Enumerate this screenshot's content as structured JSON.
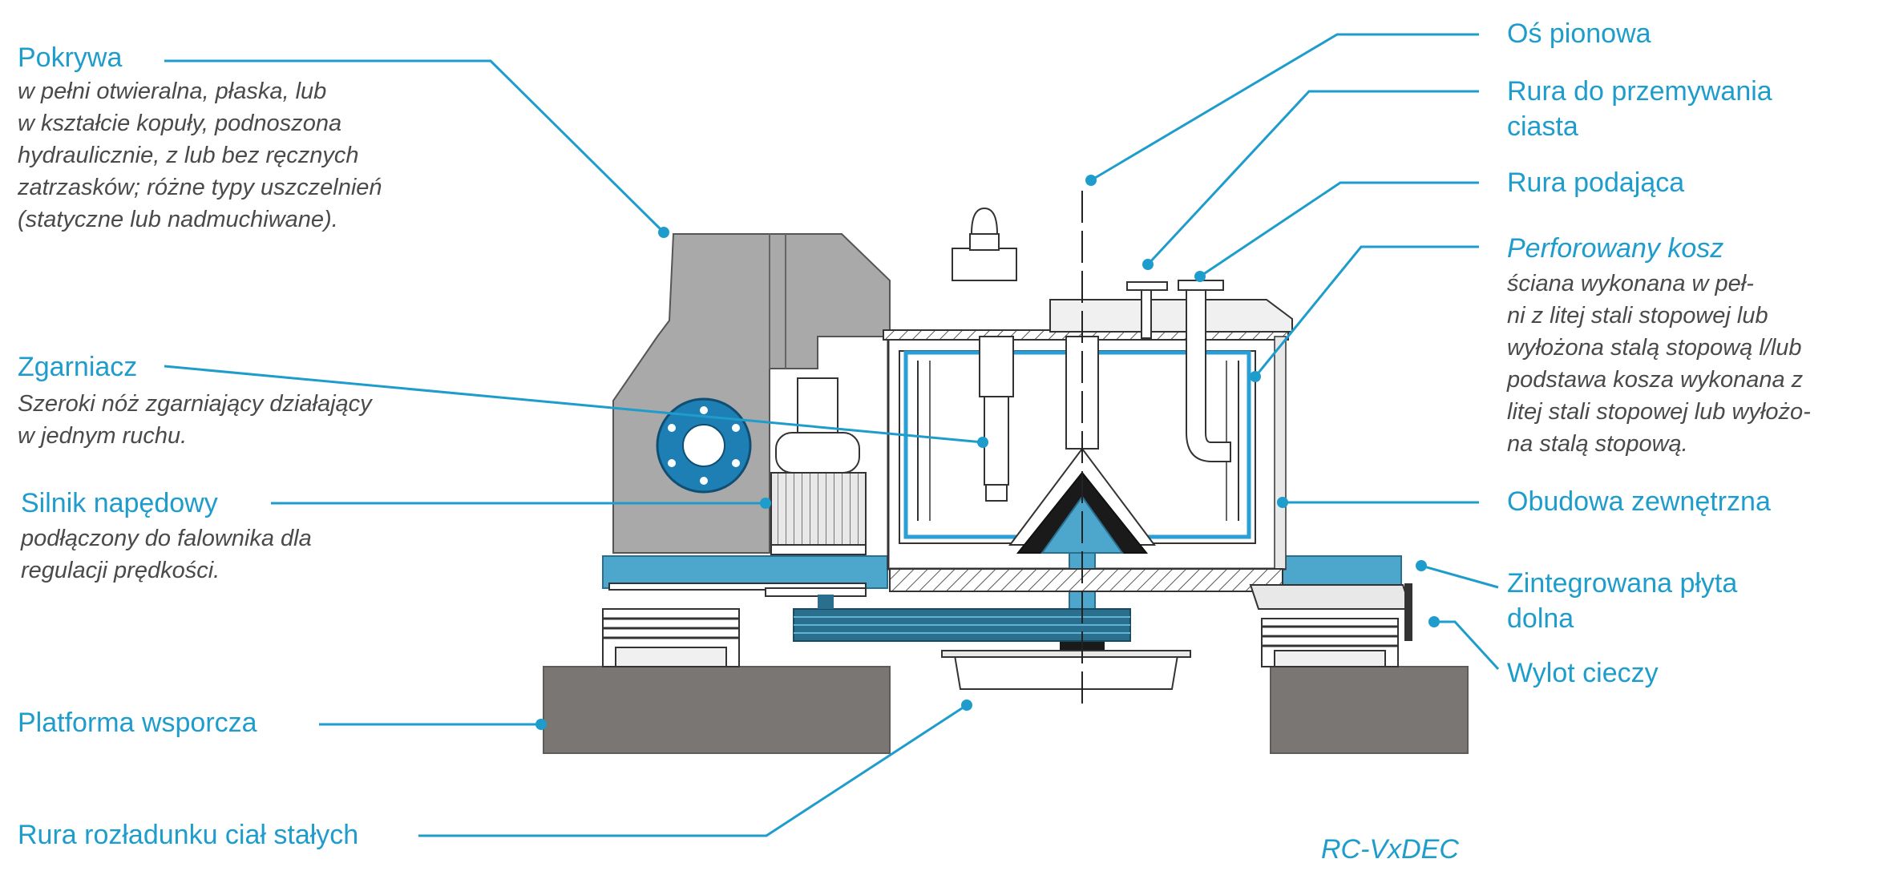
{
  "labels": {
    "pokrywa": {
      "title": "Pokrywa",
      "lines": [
        "w pełni otwieralna, płaska, lub",
        "w kształcie kopuły, podnoszona",
        "hydraulicznie, z lub bez ręcznych",
        "zatrzasków; różne typy uszczelnień",
        "(statyczne lub nadmuchiwane)."
      ]
    },
    "zgarniacz": {
      "title": "Zgarniacz",
      "lines": [
        "Szeroki nóż zgarniający działający",
        "w jednym ruchu."
      ]
    },
    "silnik": {
      "title": "Silnik napędowy",
      "lines": [
        "podłączony do falownika dla",
        "regulacji prędkości."
      ]
    },
    "platforma": {
      "title": "Platforma wsporcza"
    },
    "rura_rozladunku": {
      "title": "Rura rozładunku ciał stałych"
    },
    "os": {
      "title": "Oś pionowa"
    },
    "rura_przemywania": {
      "title_lines": [
        "Rura do przemywania",
        "ciasta"
      ]
    },
    "rura_podajaca": {
      "title": "Rura podająca"
    },
    "kosz": {
      "title": "Perforowany kosz",
      "lines": [
        "ściana wykonana w peł-",
        "ni z litej stali stopowej lub",
        "wyłożona stalą stopową l/lub",
        "podstawa kosza wykonana z",
        "litej stali stopowej lub wyłożo-",
        "na stalą stopową."
      ]
    },
    "obudowa": {
      "title": "Obudowa zewnętrzna"
    },
    "plyta": {
      "title_lines": [
        "Zintegrowana płyta",
        "dolna"
      ]
    },
    "wylot": {
      "title": "Wylot cieczy"
    }
  },
  "model": "RC-VxDEC",
  "colors": {
    "accent": "#1e9dcc",
    "steel_blue": "#4da7cc",
    "gray_body": "#a9a9a9",
    "concrete": "#7a7673",
    "text_gray": "#4a4a4a"
  }
}
